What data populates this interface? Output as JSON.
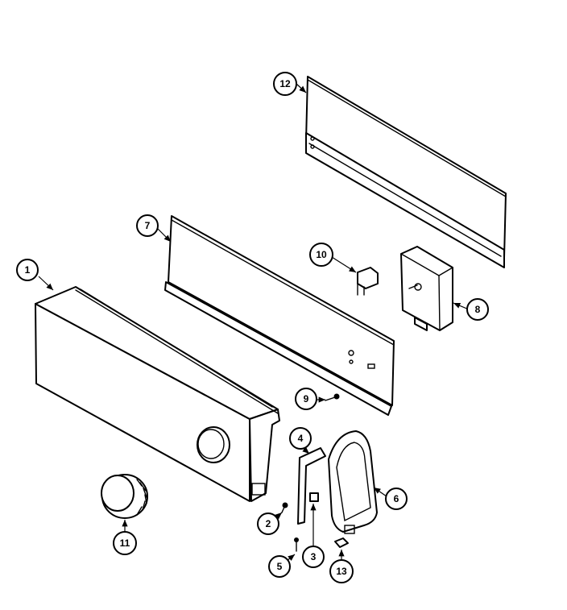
{
  "diagram": {
    "callouts": [
      {
        "label": "1"
      },
      {
        "label": "2"
      },
      {
        "label": "3"
      },
      {
        "label": "4"
      },
      {
        "label": "5"
      },
      {
        "label": "6"
      },
      {
        "label": "7"
      },
      {
        "label": "8"
      },
      {
        "label": "9"
      },
      {
        "label": "10"
      },
      {
        "label": "11"
      },
      {
        "label": "12"
      },
      {
        "label": "13"
      }
    ],
    "colors": {
      "line": "#000000",
      "background": "#ffffff"
    }
  }
}
